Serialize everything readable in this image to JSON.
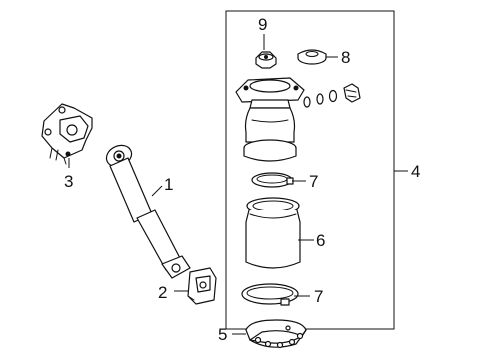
{
  "callouts": {
    "c1": "1",
    "c2": "2",
    "c3": "3",
    "c4": "4",
    "c5": "5",
    "c6": "6",
    "c7a": "7",
    "c7b": "7",
    "c8": "8",
    "c9": "9"
  },
  "colors": {
    "line": "#111111",
    "background": "#ffffff"
  }
}
